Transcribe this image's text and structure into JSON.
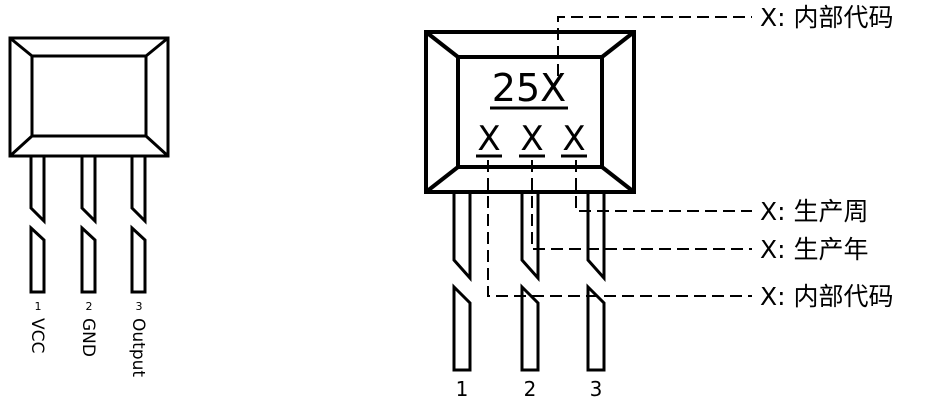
{
  "left_package": {
    "pins": [
      {
        "number": "1",
        "name": "VCC"
      },
      {
        "number": "2",
        "name": "GND"
      },
      {
        "number": "3",
        "name": "Output"
      }
    ]
  },
  "right_package": {
    "marking_line1": "25X",
    "marking_line2": [
      "X",
      "X",
      "X"
    ],
    "pin_numbers": [
      "1",
      "2",
      "3"
    ]
  },
  "callouts": [
    "X: 内部代码",
    "X: 生产周",
    "X: 生产年",
    "X: 内部代码"
  ]
}
